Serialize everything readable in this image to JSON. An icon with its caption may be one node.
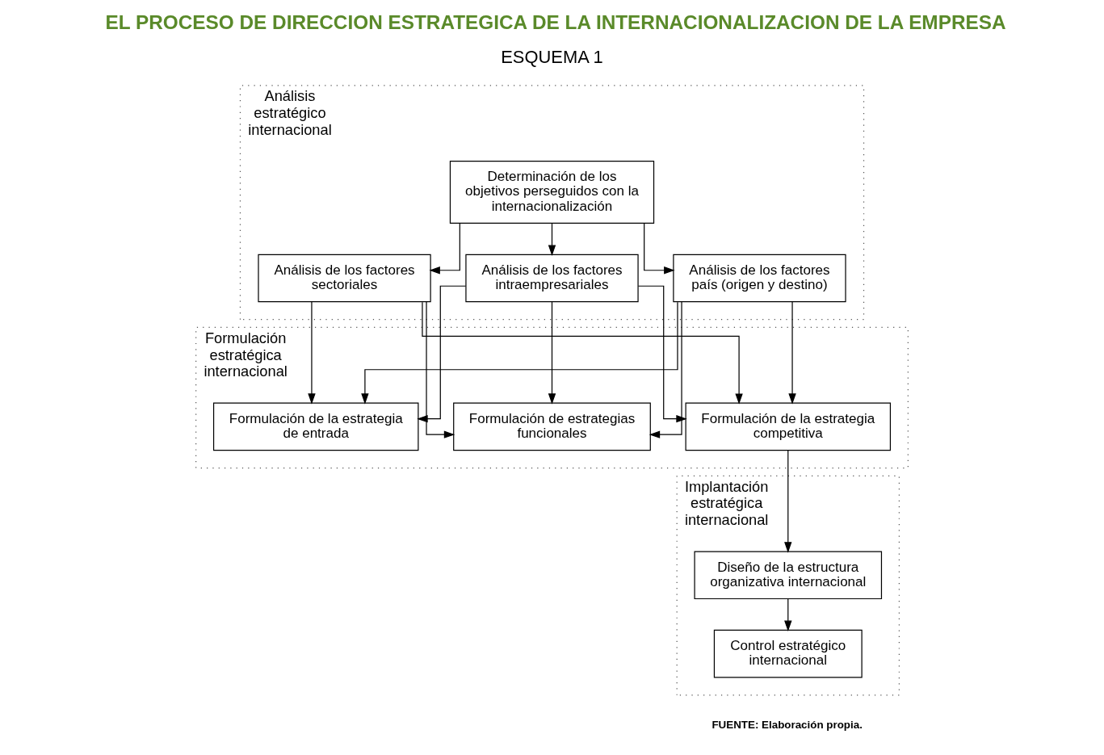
{
  "diagram": {
    "title": "EL PROCESO DE DIRECCION ESTRATEGICA DE LA INTERNACIONALIZACION DE LA EMPRESA",
    "caption": "FUENTE: Elaboración propia.",
    "nodes": [
      {
        "text": [
          "Análisis estratégico internacional"
        ]
      },
      {
        "text": [
          "Determinación de los objetivos perseguidos con la internacionalización"
        ],
        "in": 0
      },
      {
        "text": [
          "Análisis de los factores país (origen y destino)"
        ],
        "in": 0
      },
      {
        "text": [
          "Análisis de los factores sectoriales"
        ],
        "in": 0
      },
      {
        "text": [
          "Análisis de los factores intraempresariales"
        ],
        "in": 0
      },
      {
        "text": [
          "Formulación estratégica internacional"
        ]
      },
      {
        "text": [
          "Formulación de la estrategia de entrada"
        ],
        "in": 5
      },
      {
        "text": [
          "Formulación de la estrategia competitiva"
        ],
        "in": 5
      },
      {
        "text": [
          "Formulación de estrategias funcionales"
        ],
        "in": 5
      },
      {
        "text": [
          "Implantación estratégica internacional"
        ]
      },
      {
        "text": [
          "Diseño de la estructura organizativa internacional"
        ],
        "in": 9
      },
      {
        "text": [
          "Control estratégico internacional"
        ],
        "in": 9
      }
    ],
    "edges": [
      {
        "from": 1,
        "to": 2,
        "arrow": "to"
      },
      {
        "from": 1,
        "to": 3,
        "arrow": "to"
      },
      {
        "from": 1,
        "to": 4,
        "arrow": "to"
      },
      {
        "from": 2,
        "to": 6,
        "arrow": "to"
      },
      {
        "from": 2,
        "to": 7,
        "arrow": "to"
      },
      {
        "from": 2,
        "to": 8,
        "arrow": "to"
      },
      {
        "from": 3,
        "to": 6,
        "arrow": "to"
      },
      {
        "from": 3,
        "to": 7,
        "arrow": "to"
      },
      {
        "from": 3,
        "to": 8,
        "arrow": "to"
      },
      {
        "from": 4,
        "to": 6,
        "arrow": "to"
      },
      {
        "from": 4,
        "to": 7,
        "arrow": "to"
      },
      {
        "from": 4,
        "to": 8,
        "arrow": "to"
      },
      {
        "from": 7,
        "to": 10,
        "arrow": "to"
      },
      {
        "from": 10,
        "to": 11,
        "arrow": "to"
      }
    ],
    "labels": [
      "ESQUEMA 1"
    ]
  }
}
